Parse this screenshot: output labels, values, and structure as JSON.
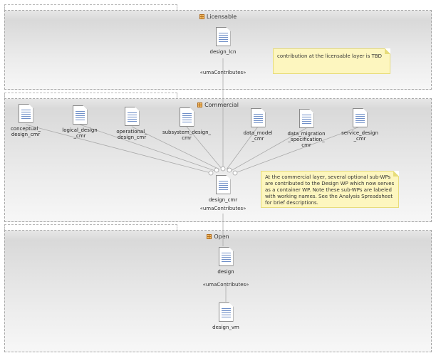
{
  "packages": {
    "licensable": {
      "title": "Licensable"
    },
    "commercial": {
      "title": "Commercial"
    },
    "open": {
      "title": "Open"
    }
  },
  "licensable_layer": {
    "wp_label": "design_lcn",
    "stereotype": "«umaContributes»",
    "note": "contribution at the licensable layer is TBD"
  },
  "commercial_layer": {
    "sub_wps": [
      {
        "label": "conceptual_\ndesign_cmr"
      },
      {
        "label": "logical_design\n_cmr"
      },
      {
        "label": "operational_\ndesign_cmr"
      },
      {
        "label": "subsystem_design_\ncmr"
      },
      {
        "label": "data_model\n_cmr"
      },
      {
        "label": "data_migration\n_specification_\ncmr"
      },
      {
        "label": "service_design\n_cmr"
      }
    ],
    "container_wp_label": "design_cmr",
    "stereotype": "«umaContributes»",
    "note": "At the commercial layer, several optional sub-WPs are contributed to the Design WP which now serves as a container WP. Note these sub-WPs are labeled with working names. See the Analysis Spreadsheet for brief descriptions."
  },
  "open_layer": {
    "wp_label": "design",
    "stereotype": "«umaContributes»",
    "child_wp_label": "design_vm"
  }
}
